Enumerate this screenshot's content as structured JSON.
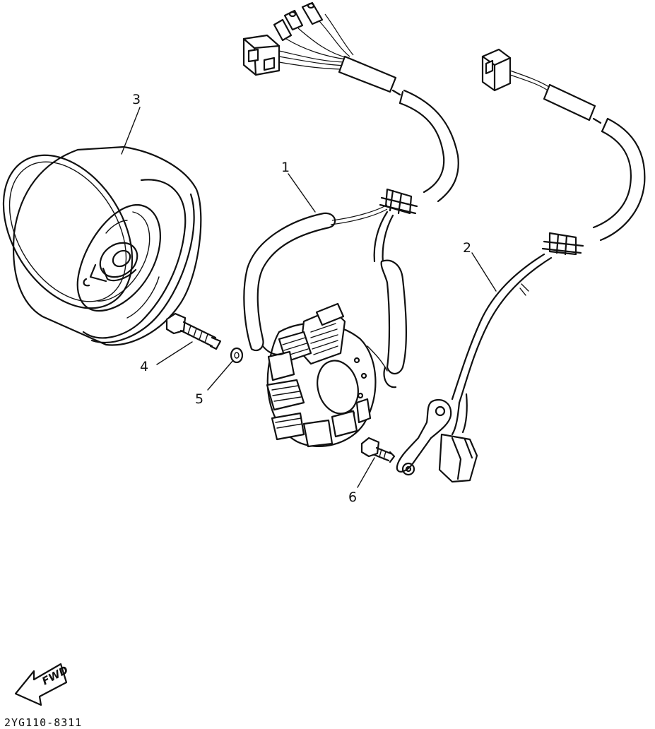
{
  "diagram": {
    "part_code": "2YG110-8311",
    "direction_label": "FWD",
    "callouts": [
      "1",
      "2",
      "3",
      "4",
      "5",
      "6"
    ]
  }
}
